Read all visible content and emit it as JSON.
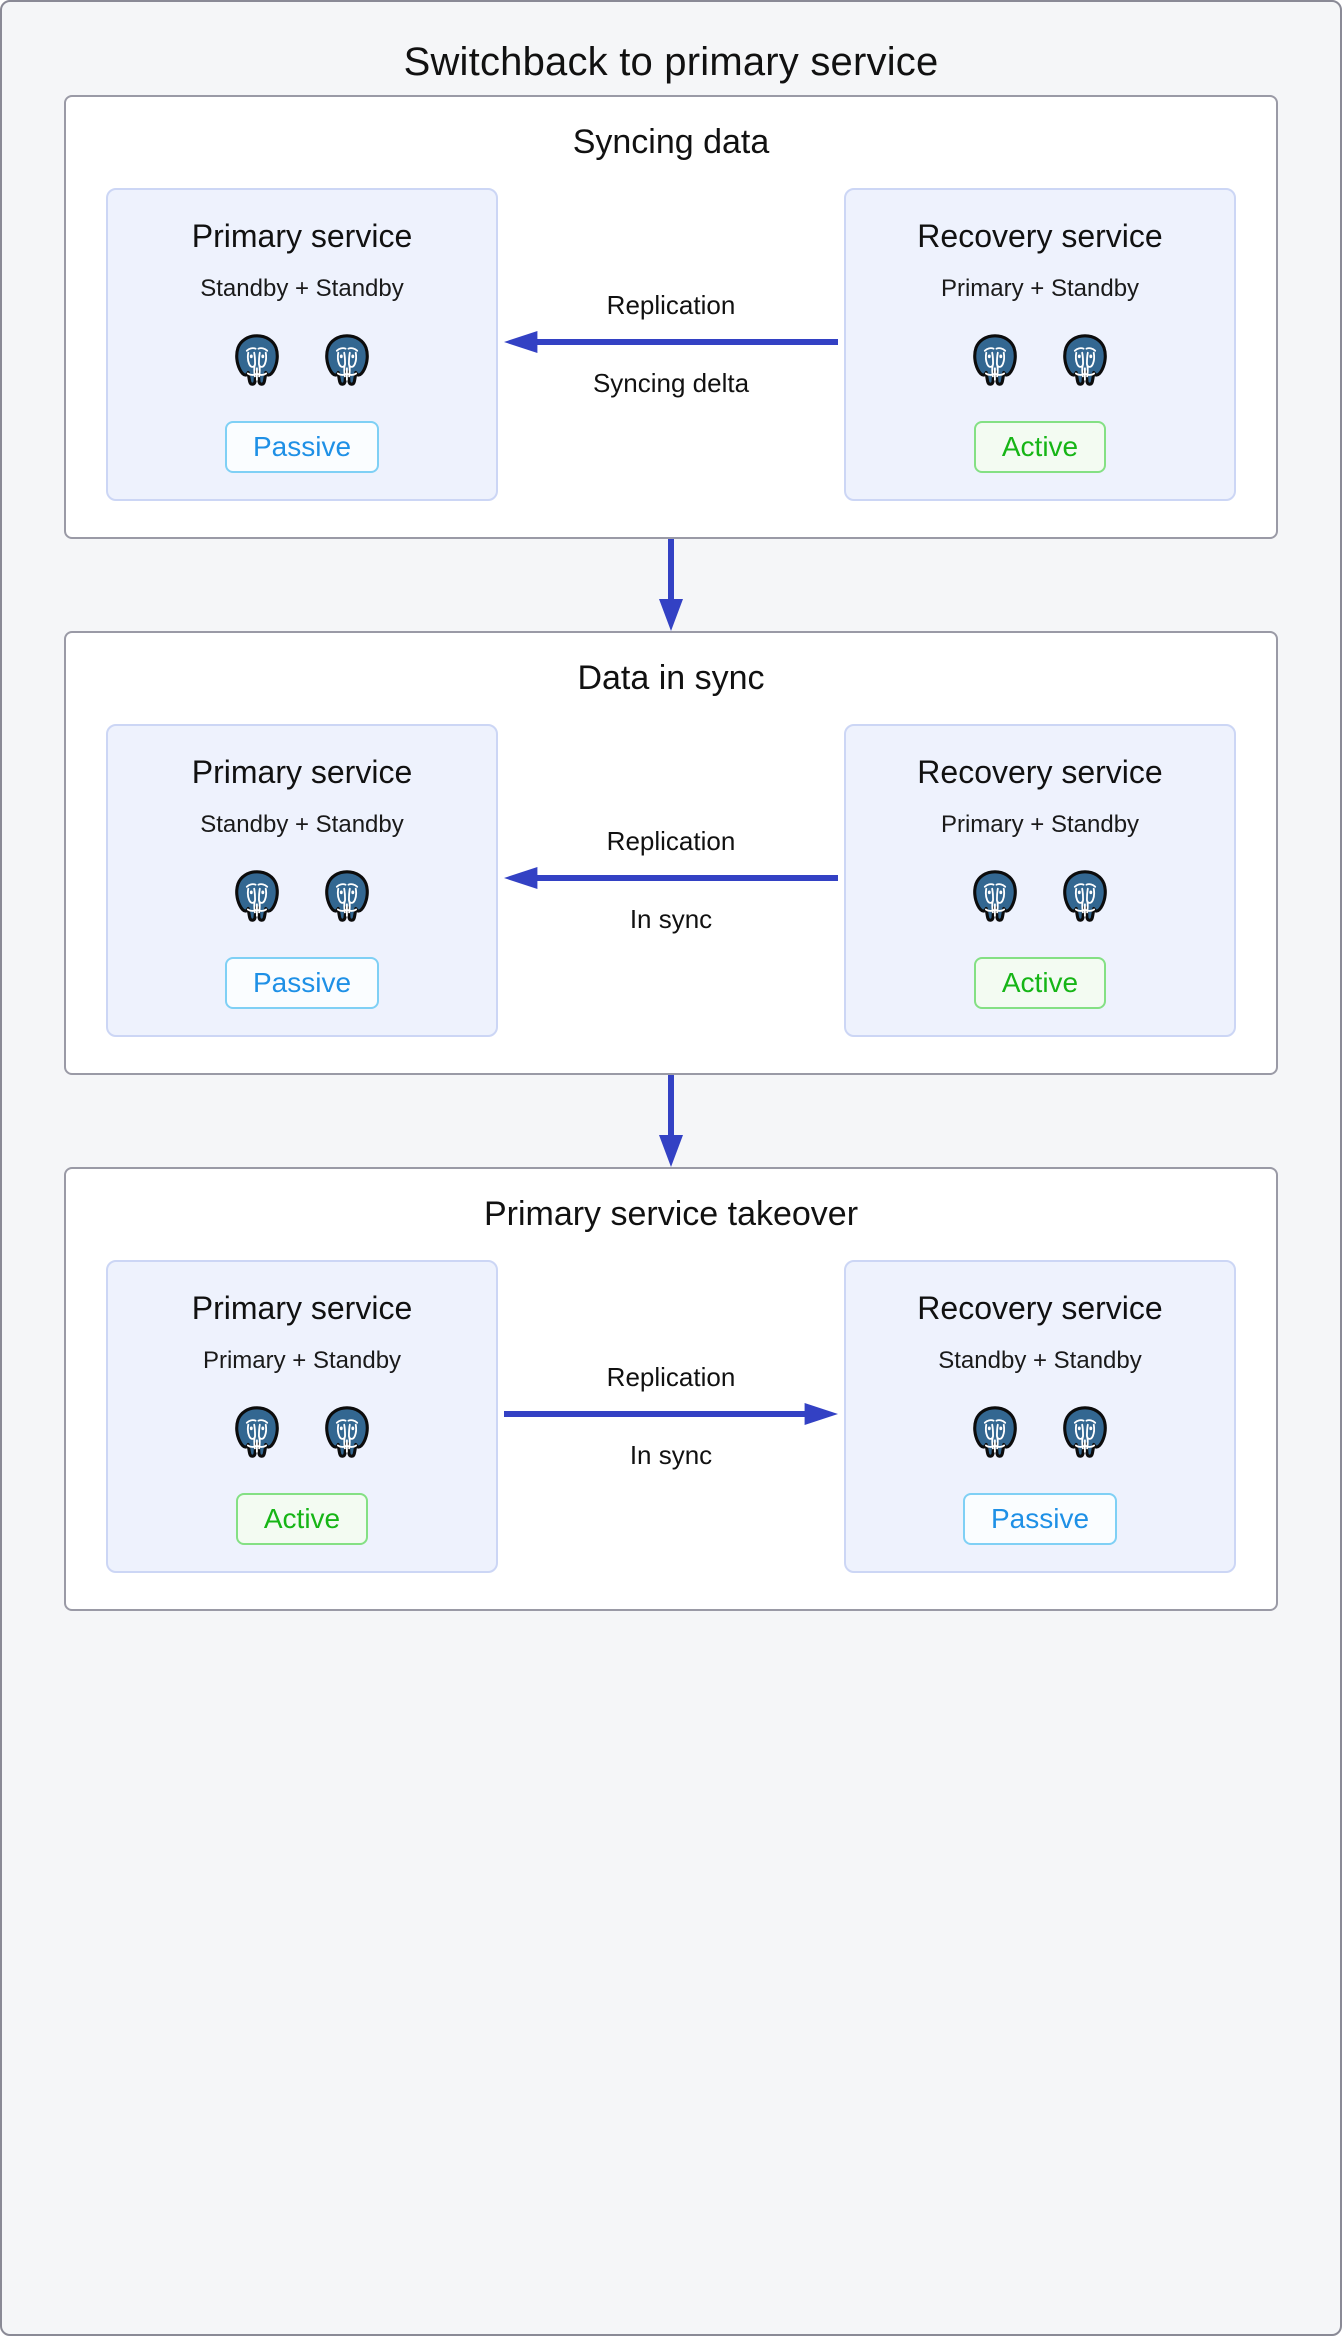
{
  "title": "Switchback to primary service",
  "colors": {
    "arrow": "#3341c4",
    "passive_text": "#1e90e6",
    "passive_border": "#7fd0f5",
    "active_text": "#16b516",
    "active_border": "#84e084",
    "service_fill": "#eef2fd",
    "service_border": "#ccd6f5",
    "panel_border": "#9a9aa6",
    "page_background": "#f5f6f8",
    "postgres_blue": "#336791"
  },
  "icons": {
    "postgres": "postgres-elephant-icon",
    "arrow_left": "arrow-left-icon",
    "arrow_right": "arrow-right-icon",
    "arrow_down": "arrow-down-icon"
  },
  "panels": [
    {
      "title": "Syncing data",
      "left": {
        "name": "Primary service",
        "roles": "Standby + Standby",
        "node_count": 2,
        "badge": "Passive",
        "badge_state": "passive"
      },
      "link": {
        "top_label": "Replication",
        "bottom_label": "Syncing delta",
        "direction": "left"
      },
      "right": {
        "name": "Recovery service",
        "roles": "Primary + Standby",
        "node_count": 2,
        "badge": "Active",
        "badge_state": "active"
      }
    },
    {
      "title": "Data in sync",
      "left": {
        "name": "Primary service",
        "roles": "Standby + Standby",
        "node_count": 2,
        "badge": "Passive",
        "badge_state": "passive"
      },
      "link": {
        "top_label": "Replication",
        "bottom_label": "In sync",
        "direction": "left"
      },
      "right": {
        "name": "Recovery service",
        "roles": "Primary + Standby",
        "node_count": 2,
        "badge": "Active",
        "badge_state": "active"
      }
    },
    {
      "title": "Primary service takeover",
      "left": {
        "name": "Primary service",
        "roles": "Primary + Standby",
        "node_count": 2,
        "badge": "Active",
        "badge_state": "active"
      },
      "link": {
        "top_label": "Replication",
        "bottom_label": "In sync",
        "direction": "right"
      },
      "right": {
        "name": "Recovery service",
        "roles": "Standby + Standby",
        "node_count": 2,
        "badge": "Passive",
        "badge_state": "passive"
      }
    }
  ]
}
